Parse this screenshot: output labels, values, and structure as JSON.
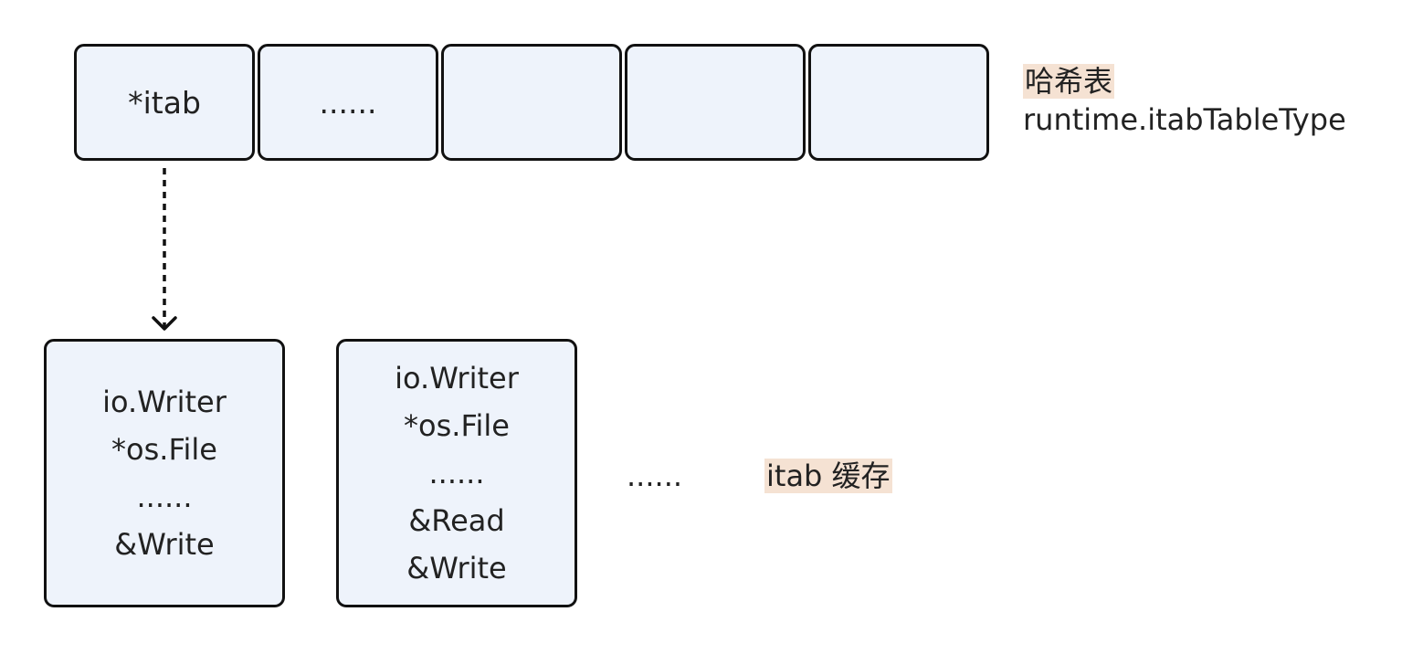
{
  "hash_table": {
    "cells": [
      "*itab",
      "......",
      "",
      "",
      ""
    ],
    "label_title": "哈希表",
    "label_type": "runtime.itabTableType"
  },
  "cache": {
    "entries": [
      {
        "lines": [
          "io.Writer",
          "*os.File",
          "......",
          "&Write"
        ]
      },
      {
        "lines": [
          "io.Writer",
          "*os.File",
          "......",
          "&Read",
          "&Write"
        ]
      }
    ],
    "ellipsis": "......",
    "label": "itab 缓存"
  },
  "colors": {
    "box_fill": "#eef3fb",
    "box_border": "#111111",
    "highlight": "#f5e2d3"
  }
}
